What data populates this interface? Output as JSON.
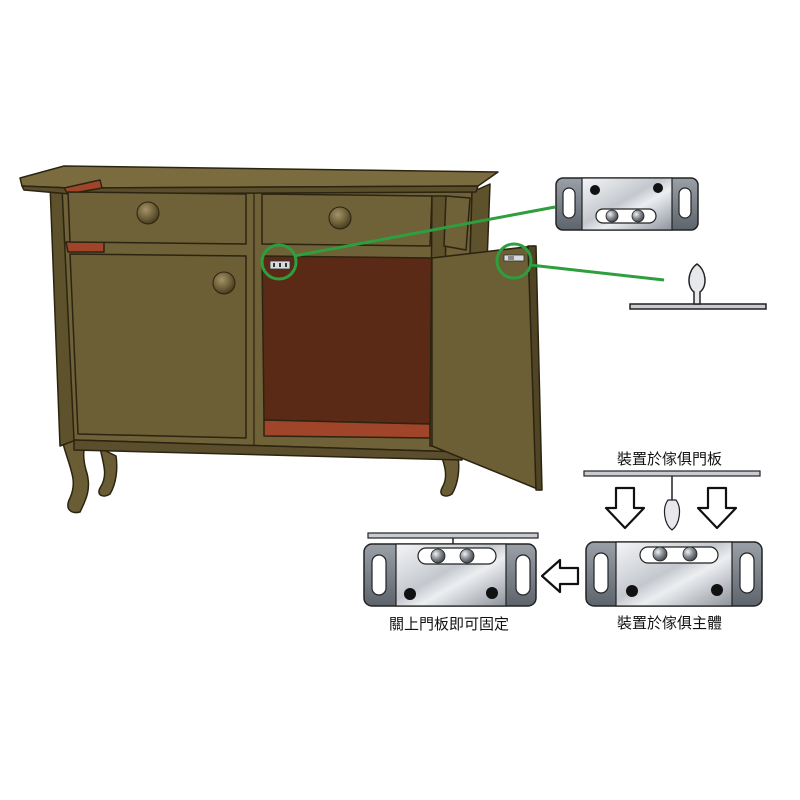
{
  "labels": {
    "install_door": "裝置於傢俱門板",
    "install_body": "裝置於傢俱主體",
    "close_door": "關上門板即可固定"
  },
  "colors": {
    "cabinet": "#6f6138",
    "cabinet_dark": "#5a4e2c",
    "interior": "#5a2a16",
    "accent_red": "#a0442a",
    "highlight": "#2e9e3e",
    "metal": "#c8ccd2"
  },
  "icons": [
    "cabinet",
    "magnet-catch-plate",
    "catch-pin",
    "arrow-down-icon",
    "arrow-left-icon"
  ]
}
